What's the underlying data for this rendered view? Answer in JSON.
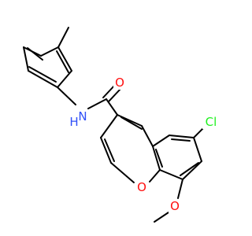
{
  "colors": {
    "background": "#ffffff",
    "bond": "#000000",
    "oxygen": "#ff0d0d",
    "nitrogen": "#3050f8",
    "chlorine": "#1ff01f",
    "carbon": "#000000"
  },
  "atoms": {
    "carbonyl_oxygen": {
      "symbol": "O",
      "element": "oxygen"
    },
    "amide_nitrogen": {
      "symbol": "N",
      "element": "nitrogen"
    },
    "amide_hydrogen": {
      "symbol": "H",
      "element": "nitrogen"
    },
    "chlorine": {
      "symbol": "Cl",
      "element": "chlorine"
    },
    "ring_oxygen": {
      "symbol": "O",
      "element": "oxygen"
    },
    "methoxy_oxygen": {
      "symbol": "O",
      "element": "oxygen"
    }
  }
}
